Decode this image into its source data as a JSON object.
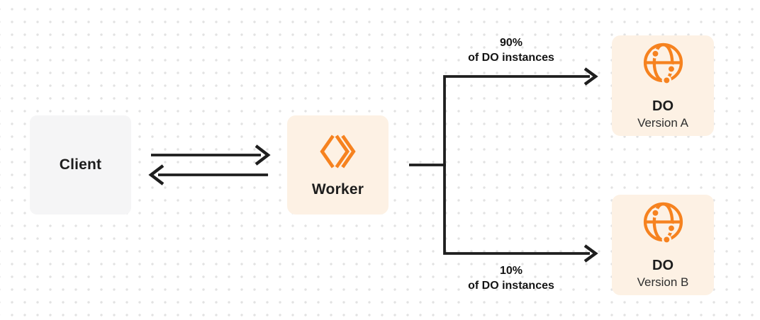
{
  "diagram": {
    "client": {
      "label": "Client"
    },
    "worker": {
      "label": "Worker"
    },
    "do_version_a": {
      "title": "DO",
      "subtitle": "Version A"
    },
    "do_version_b": {
      "title": "DO",
      "subtitle": "Version B"
    },
    "split_top": {
      "percent": "90%",
      "caption": "of DO instances"
    },
    "split_bottom": {
      "percent": "10%",
      "caption": "of DO instances"
    }
  },
  "icons": {
    "worker_icon": "cloudflare-workers-icon",
    "do_icon": "durable-object-globe-icon"
  },
  "colors": {
    "accent_orange": "#F6821F",
    "card_cream": "#FDF1E4",
    "client_gray": "#F5F5F6",
    "line_dark": "#1E1E1E",
    "dot_grid": "#E2E2E2"
  }
}
